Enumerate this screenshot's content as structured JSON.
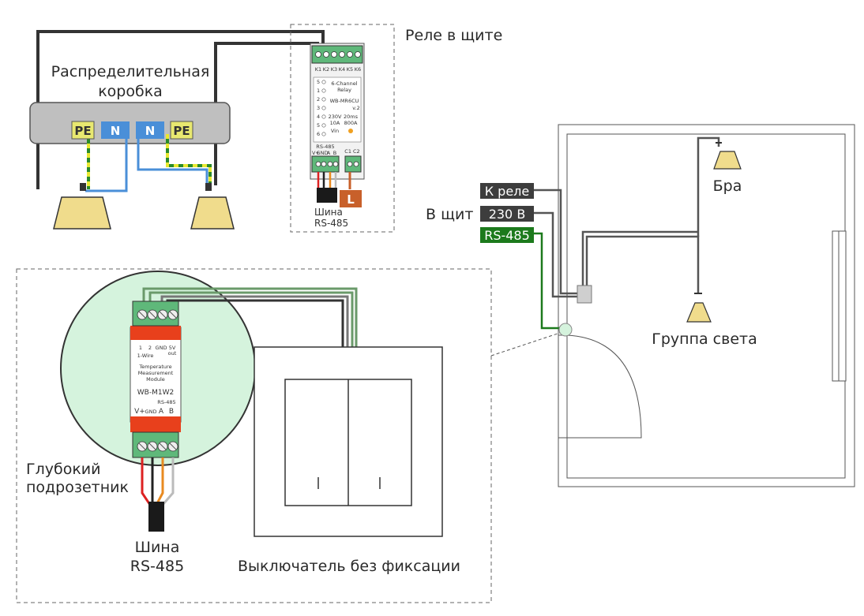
{
  "junction_box": {
    "title_line1": "Распределительная",
    "title_line2": "коробка",
    "terminal_pe_left": "PE",
    "terminal_n_left": "N",
    "terminal_n_right": "N",
    "terminal_pe_right": "PE"
  },
  "relay_panel": {
    "title": "Реле в щите",
    "device_name_line1": "6-Channel",
    "device_name_line2": "Relay",
    "model": "WB-MR6CU",
    "version": "v.2",
    "terminal_labels": [
      "K1",
      "K2",
      "K3",
      "K4",
      "K5",
      "K6"
    ],
    "indicator_numbers": [
      "5",
      "1",
      "2",
      "3",
      "4",
      "5",
      "6"
    ],
    "spec_voltage": "230V",
    "spec_current": "10A",
    "spec_time": "20ms",
    "spec_inrush": "800A",
    "spec_ctrl": "Vin",
    "bus_label": "RS-485",
    "bottom_labels": [
      "V+",
      "GND",
      "A",
      "B"
    ],
    "c_labels": "C1 C2",
    "l_terminal": "L",
    "bus_line1": "Шина",
    "bus_line2": "RS-485"
  },
  "room": {
    "lamp_bra_label": "Бра",
    "lamp_group_label": "Группа света",
    "to_panel_label": "В щит",
    "tag_relay": "К реле",
    "tag_230": "230 В",
    "tag_rs485": "RS-485"
  },
  "detail": {
    "module_line1": "Temperature",
    "module_line2": "Measurement",
    "module_line3": "Module",
    "model": "WB-M1W2",
    "top_labels": [
      "1",
      "2",
      "GND",
      "5V"
    ],
    "top_sublabel_out": "out",
    "onewire_label": "1-Wire",
    "bus_label": "RS-485",
    "bottom_labels": [
      "V+",
      "GND",
      "A",
      "B"
    ],
    "box_label_line1": "Глубокий",
    "box_label_line2": "подрозетник",
    "bus_line1": "Шина",
    "bus_line2": "RS-485",
    "switch_label": "Выключатель без фиксации"
  },
  "colors": {
    "rs485_green": "#1c7a1c",
    "relay_tag": "#3d3d3d",
    "n_blue": "#4a8fd8",
    "pe_yellow": "#e8e870",
    "relay_green": "#5fb87a",
    "module_red": "#e8401c",
    "circle_fill": "#d5f3dd",
    "l_orange": "#c8602a"
  }
}
